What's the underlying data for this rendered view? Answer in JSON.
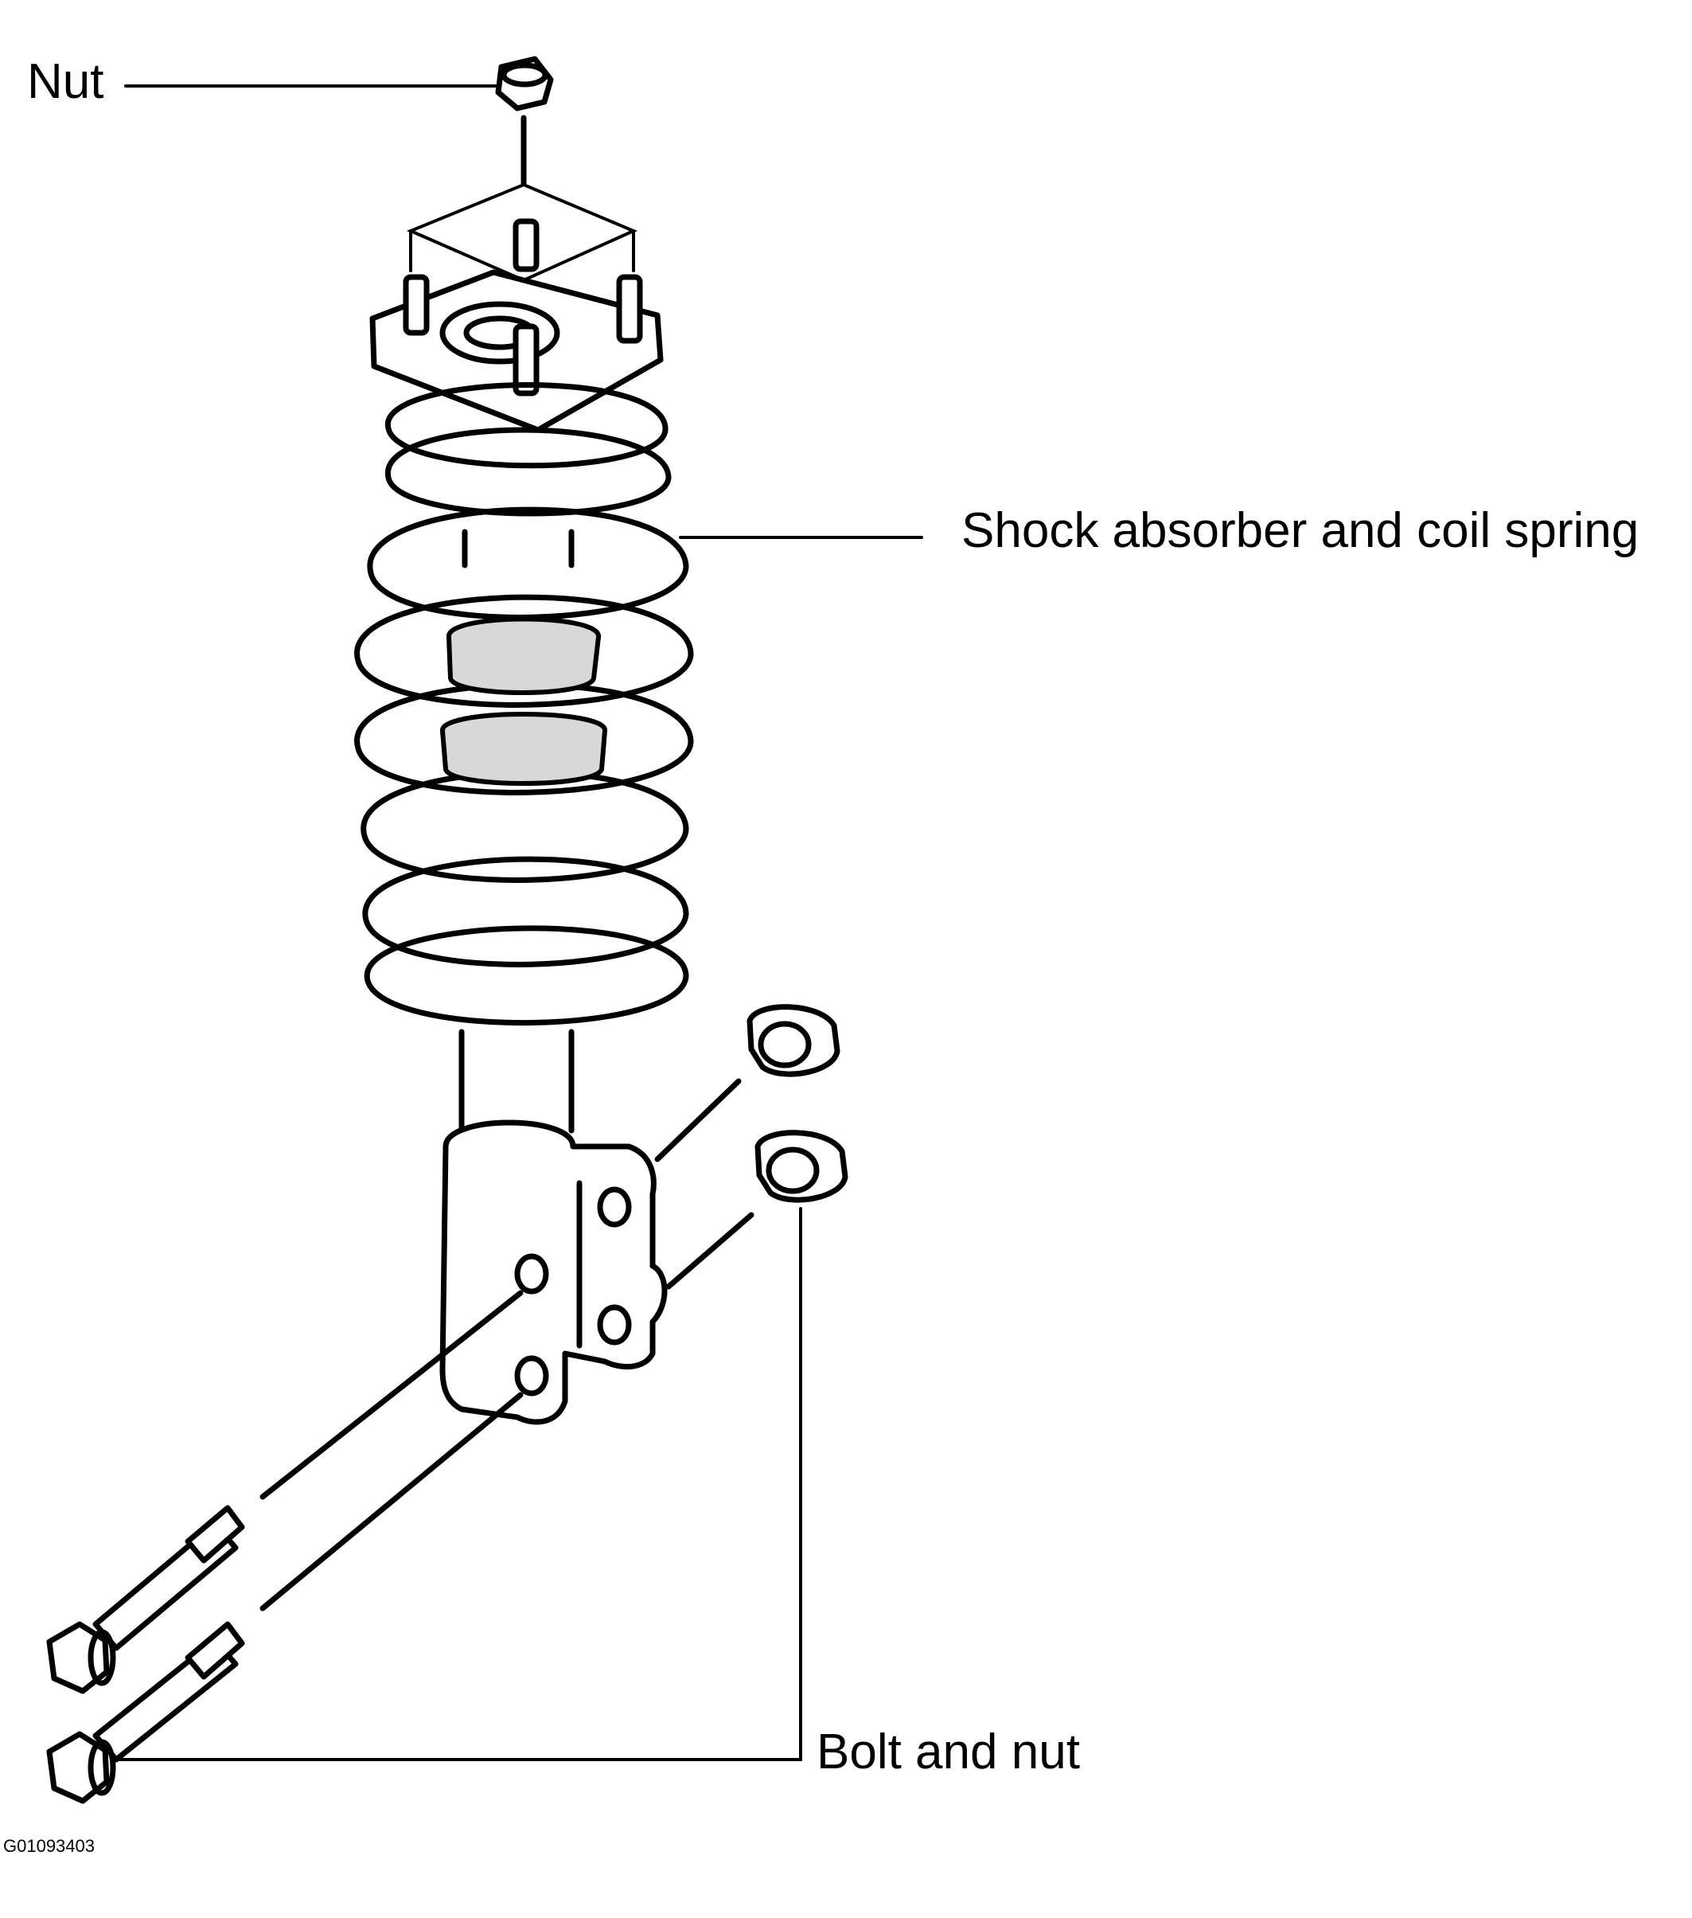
{
  "labels": {
    "nut": "Nut",
    "shock": "Shock absorber and coil spring",
    "bolt": "Bolt and nut",
    "figure_code": "G01093403"
  },
  "colors": {
    "ink": "#000000",
    "background": "#ffffff"
  }
}
